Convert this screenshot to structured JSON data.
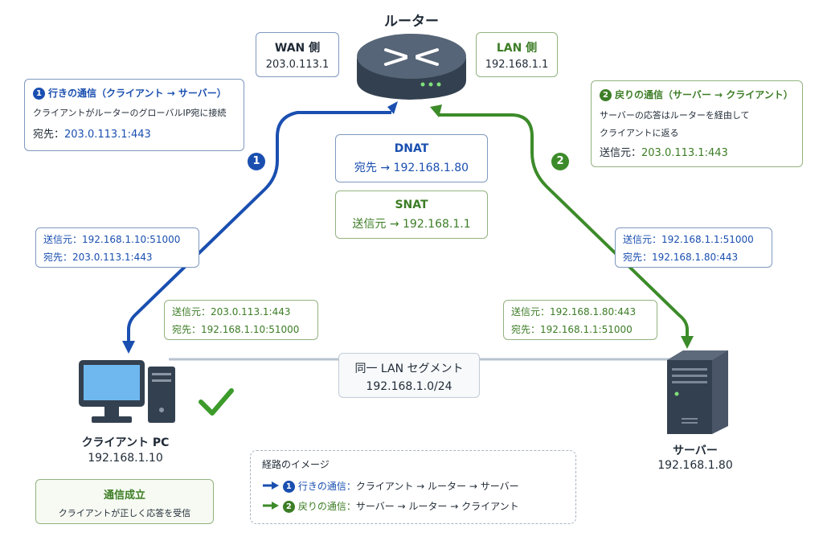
{
  "router": {
    "title": "ルーター"
  },
  "wan": {
    "title": "WAN 側",
    "ip": "203.0.113.1"
  },
  "lan": {
    "title": "LAN 側",
    "ip": "192.168.1.1"
  },
  "outbound_note": {
    "badge": "1",
    "title": "行きの通信（クライアント → サーバー）",
    "desc": "クライアントがルーターのグローバルIP宛に接続",
    "dest_label": "宛先：",
    "dest_value": "203.0.113.1:443"
  },
  "return_note": {
    "badge": "2",
    "title": "戻りの通信（サーバー → クライアント）",
    "desc1": "サーバーの応答はルーターを経由して",
    "desc2": "クライアントに返る",
    "src_label": "送信元：",
    "src_value": "203.0.113.1:443"
  },
  "dnat": {
    "title": "DNAT",
    "text": "宛先 → 192.168.1.80"
  },
  "snat": {
    "title": "SNAT",
    "text": "送信元 → 192.168.1.1"
  },
  "step1_badge": "1",
  "step2_badge": "2",
  "pkt_client_out": {
    "line1": "送信元：192.168.1.10:51000",
    "line2": "宛先：203.0.113.1:443"
  },
  "pkt_client_in": {
    "line1": "送信元：203.0.113.1:443",
    "line2": "宛先：192.168.1.10:51000"
  },
  "pkt_server_in": {
    "line1": "送信元：192.168.1.1:51000",
    "line2": "宛先：192.168.1.80:443"
  },
  "pkt_server_out": {
    "line1": "送信元：192.168.1.80:443",
    "line2": "宛先：192.168.1.1:51000"
  },
  "segment": {
    "title": "同一 LAN セグメント",
    "subnet": "192.168.1.0/24"
  },
  "client": {
    "name": "クライアント PC",
    "ip": "192.168.1.10"
  },
  "server": {
    "name": "サーバー",
    "ip": "192.168.1.80"
  },
  "success": {
    "title": "通信成立",
    "desc": "クライアントが正しく応答を受信"
  },
  "legend": {
    "title": "経路のイメージ",
    "item1_badge": "1",
    "item1_label": "行きの通信：",
    "item1_path": "クライアント → ルーター → サーバー",
    "item2_badge": "2",
    "item2_label": "戻りの通信：",
    "item2_path": "サーバー → ルーター → クライアント"
  },
  "colors": {
    "outbound": "#1a4fb0",
    "return": "#3c8b2a",
    "device": "#33404f"
  }
}
